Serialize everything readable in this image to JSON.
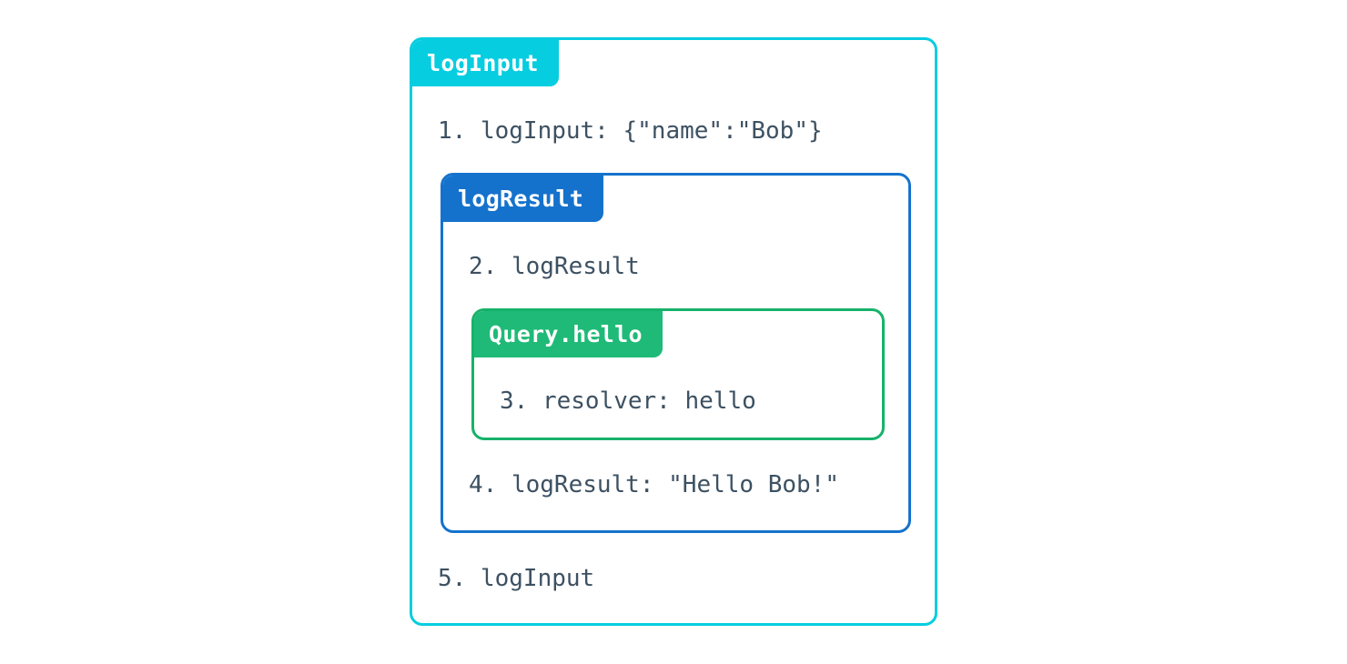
{
  "diagram": {
    "title_label": "logInput",
    "colors": {
      "outer_accent": "#06cde0",
      "middle_accent": "#1572cc",
      "inner_accent": "#1fba77",
      "text": "#3d5162",
      "background": "#ffffff"
    },
    "boxes": {
      "outer": {
        "tab_label": "logInput",
        "lines": {
          "first": "1. logInput: {\"name\":\"Bob\"}",
          "last": "5. logInput"
        }
      },
      "middle": {
        "tab_label": "logResult",
        "lines": {
          "first": "2. logResult",
          "last": "4. logResult: \"Hello Bob!\""
        }
      },
      "inner": {
        "tab_label": "Query.hello",
        "lines": {
          "first": "3. resolver: hello"
        }
      }
    }
  }
}
